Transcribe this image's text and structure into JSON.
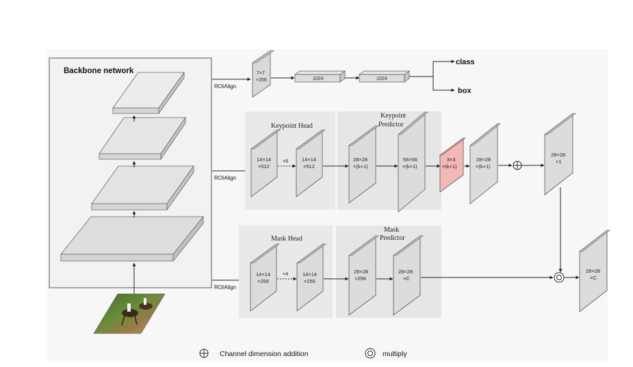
{
  "backbone": {
    "title": "Backbone network"
  },
  "roialign": {
    "top": "ROIAlign",
    "mid": "ROIAlign",
    "bottom": "ROIAlign"
  },
  "box_head": {
    "feat_l1": "7×7",
    "feat_l2": "×256",
    "fc1": "1024",
    "fc2": "1024",
    "out_class": "class",
    "out_box": "box"
  },
  "keypoint_head": {
    "title": "Keypoint Head",
    "in_l1": "14×14",
    "in_l2": "×512",
    "repeat": "×8",
    "out_l1": "14×14",
    "out_l2": "×512"
  },
  "keypoint_predictor": {
    "title_l1": "Keypoint",
    "title_l2": "Predictor",
    "a_l1": "28×28",
    "a_l2": "×(k+1)",
    "b_l1": "56×56",
    "b_l2": "×(k+1)",
    "c_l1": "3×3",
    "c_l2": "×(k+1)",
    "d_l1": "28×28",
    "d_l2": "×(k+1)",
    "e_l1": "28×28",
    "e_l2": "×1",
    "highlight_color": "#f2b8b8"
  },
  "mask_head": {
    "title": "Mask Head",
    "in_l1": "14×14",
    "in_l2": "×256",
    "repeat": "×4",
    "out_l1": "14×14",
    "out_l2": "×256"
  },
  "mask_predictor": {
    "title_l1": "Mask",
    "title_l2": "Predictor",
    "a_l1": "28×28",
    "a_l2": "×256",
    "b_l1": "28×28",
    "b_l2": "×C",
    "out_l1": "28×28",
    "out_l2": "×C"
  },
  "legend": {
    "add_label": "Channel dimension addition",
    "multiply_label": "multiply"
  }
}
